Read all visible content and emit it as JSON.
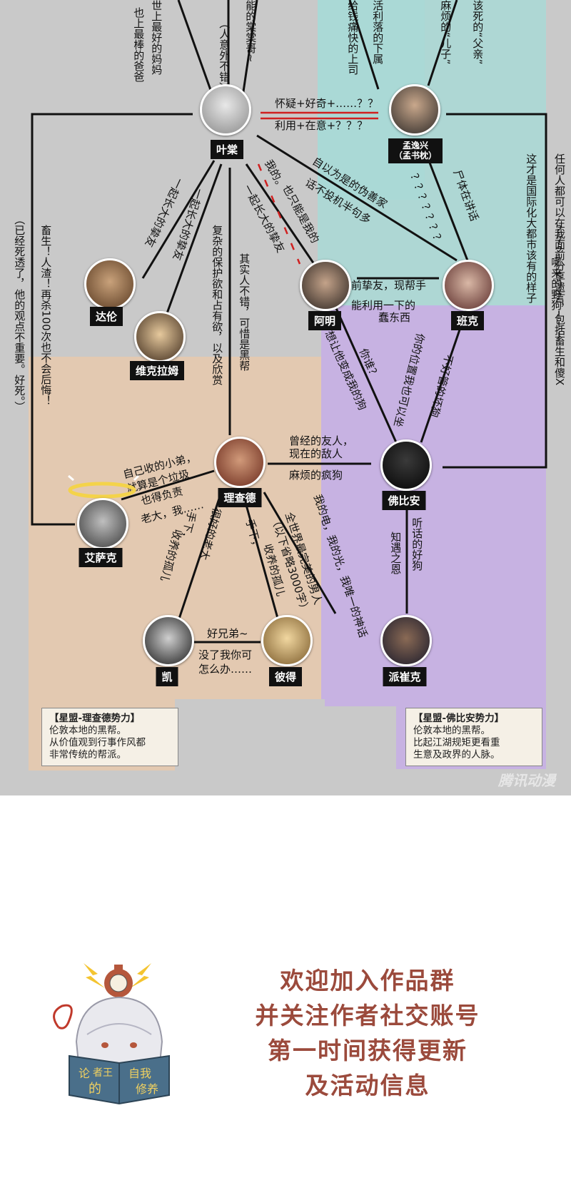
{
  "characters": {
    "yetang": "叶棠",
    "mengyixing": "孟逸兴\n（孟书枕）",
    "dalun": "达伦",
    "weikelamu": "维克拉姆",
    "aming": "阿明",
    "banke": "班克",
    "richard": "理查德",
    "fubian": "佛比安",
    "isaac": "艾萨克",
    "kai": "凯",
    "bide": "彼得",
    "paicuike": "派崔克"
  },
  "labels": {
    "top_mom1": "世上最好的妈妈",
    "top_mom2": "也上最棒的爸爸",
    "top_tangtang": "能的棠棠哥~",
    "top_tangtang2": "（人意外不错）",
    "top_boss": "给钱痛快的上司",
    "top_sub": "活利落的下属",
    "top_trouble": "麻烦的“儿子”",
    "top_father": "该死的“父亲”",
    "ye_meng_1": "怀疑+好奇+……？？",
    "ye_meng_2": "利用+在意+？？？",
    "meng_ban_q": "？？？？？？？",
    "meng_ban_speak": "尸体在讲话",
    "ye_ban_1": "自以为是的伪善家",
    "ye_ban_2": "话不投机半句多",
    "ye_aming_1": "我的。",
    "ye_aming_2": "也只能是我的",
    "aming_ye": "一起长大的挚友",
    "ye_dalun": "一起长大的挚友",
    "ye_weike": "一起长大的挚友",
    "ye_richard_1": "复杂的保护欲和占有欲，以及欣赏",
    "ye_richard_2": "其实人不错，可惜是黑帮",
    "aming_ban_1": "前挚友，现帮手",
    "aming_ban_2": "能利用一下的",
    "aming_ban_3": "蠢东西",
    "ban_right_1": "这才是国际化大都市该有的样子",
    "ban_right_2": "任何人都可以在我面前分享遗言，包括畜生和傻X",
    "far_right": "？？？哪来的野狗！！！",
    "left_note_1": "（已经死透了，他的观点不重要。好死。）",
    "left_note_2": "畜生！人渣！再杀100次也不会后悔！",
    "aming_fu_1": "想让他变成我的狗",
    "aming_fu_2": "你谁？",
    "ban_fu_1": "你的位置我也可以坐",
    "ban_fu_2": "不好管的坏狗",
    "rich_fu_1": "曾经的友人，",
    "rich_fu_2": "现在的敌人",
    "fu_rich": "麻烦的疯狗",
    "rich_isaac_1": "自己收的小弟，",
    "rich_isaac_2": "就算是个垃圾",
    "rich_isaac_3": "也得负责",
    "isaac_rich": "老大，我……",
    "rich_kai_1": "手下，",
    "rich_kai_2": "收养的孤儿",
    "kai_rich": "很好的老大",
    "rich_bide_1": "手下，",
    "rich_bide_2": "收养的孤儿",
    "bide_rich_1": "我的电，我的光，我唯一的神话",
    "bide_rich_2": "全世界最完美的男人",
    "bide_rich_3": "（以下省略3000字）",
    "kai_bide": "好兄弟~",
    "bide_kai_1": "没了我你可",
    "bide_kai_2": "怎么办……",
    "fu_pai": "知遇之恩",
    "pai_fu": "听话的好狗"
  },
  "factions": {
    "richard": {
      "title": "【星盟-理查德势力】",
      "line1": "伦敦本地的黑帮。",
      "line2": "从价值观到行事作风都",
      "line3": "非常传统的帮派。"
    },
    "fubian": {
      "title": "【星盟-佛比安势力】",
      "line1": "伦敦本地的黑帮。",
      "line2": "比起江湖规矩更看重",
      "line3": "生意及政界的人脉。"
    }
  },
  "watermark": "腾讯动漫",
  "promo": {
    "line1": "欢迎加入作品群",
    "line2": "并关注作者社交账号",
    "line3": "第一时间获得更新",
    "line4": "及活动信息",
    "book_text_1": "论",
    "book_text_2": "者王",
    "book_text_3": "的",
    "book_text_4": "自我",
    "book_text_5": "修养"
  },
  "colors": {
    "teal_region": "#a9d9d6",
    "purple_region": "#c7aee6",
    "orange_region": "#e8c9ad",
    "promo_text": "#9b4a3c",
    "red_line": "#d02020"
  }
}
